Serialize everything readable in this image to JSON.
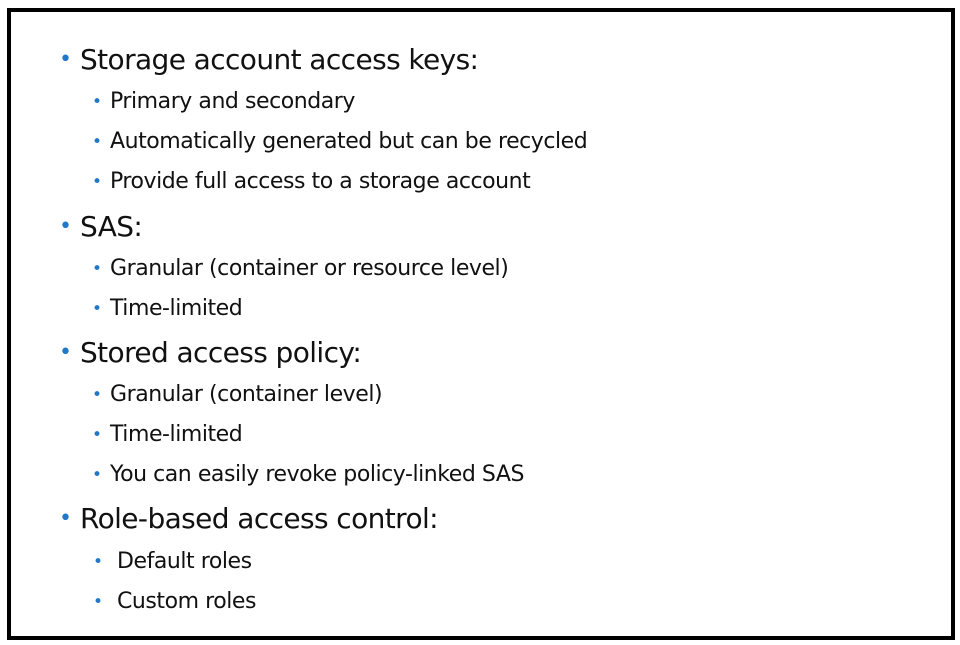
{
  "slide": {
    "sections": [
      {
        "heading": "Storage account access keys:",
        "items": [
          "Primary and secondary",
          "Automatically generated but can be recycled",
          "Provide full access to a storage account"
        ]
      },
      {
        "heading": "SAS:",
        "items": [
          "Granular (container or resource level)",
          "Time-limited"
        ]
      },
      {
        "heading": "Stored access policy:",
        "items": [
          "Granular (container level)",
          "Time-limited",
          "You can easily revoke policy-linked SAS"
        ]
      },
      {
        "heading": "Role-based access control:",
        "items": [
          "Default roles",
          "Custom roles"
        ]
      }
    ],
    "bullet_glyph": "•",
    "colors": {
      "bullet": "#1f78c8",
      "text": "#111111",
      "border": "#000000"
    }
  }
}
